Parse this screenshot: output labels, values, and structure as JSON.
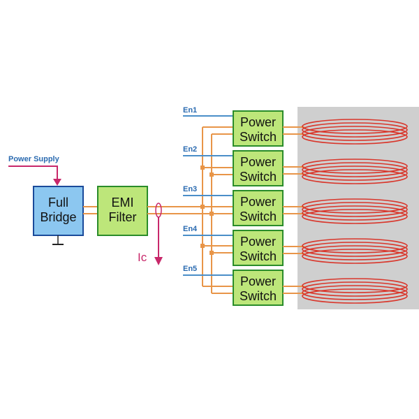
{
  "colors": {
    "blue_box_fill": "#8cc7f0",
    "blue_box_stroke": "#1a4a9a",
    "green_box_fill": "#bde67a",
    "green_box_stroke": "#2a8c2a",
    "wire_orange": "#e89548",
    "wire_blue": "#4a8ec8",
    "label_blue": "#2a6ab0",
    "magenta": "#c8286a",
    "coil_red": "#d9362b",
    "coil_panel": "#cfcfcf"
  },
  "power_supply": {
    "label": "Power Supply",
    "icon": "arrow-down-icon"
  },
  "full_bridge": {
    "line1": "Full",
    "line2": "Bridge",
    "ground_icon": "ground-icon"
  },
  "emi_filter": {
    "line1": "EMI",
    "line2": "Filter"
  },
  "current_sense": {
    "label": "Ic",
    "icon": "current-probe-icon"
  },
  "power_switches": [
    {
      "enable": "En1",
      "line1": "Power",
      "line2": "Switch",
      "coil_icon": "coil-icon"
    },
    {
      "enable": "En2",
      "line1": "Power",
      "line2": "Switch",
      "coil_icon": "coil-icon"
    },
    {
      "enable": "En3",
      "line1": "Power",
      "line2": "Switch",
      "coil_icon": "coil-icon"
    },
    {
      "enable": "En4",
      "line1": "Power",
      "line2": "Switch",
      "coil_icon": "coil-icon"
    },
    {
      "enable": "En5",
      "line1": "Power",
      "line2": "Switch",
      "coil_icon": "coil-icon"
    }
  ]
}
